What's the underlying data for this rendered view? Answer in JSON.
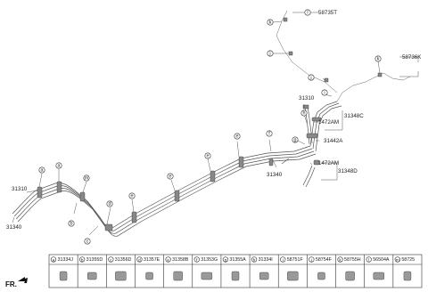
{
  "front_label": "FR.",
  "part_labels": {
    "p58735T": "58735T",
    "p58736K": "58736K",
    "p31310_right": "31310",
    "p1472AM_upper": "1472AM",
    "p31348C": "31348C",
    "p31442A": "31442A",
    "p1472AM_lower": "1472AM",
    "p31348D": "31348D",
    "p31340_mid": "31340",
    "p31310_left": "31310",
    "p31340_left": "31340"
  },
  "callouts": [
    "a",
    "a",
    "b",
    "c",
    "d",
    "e",
    "e",
    "e",
    "e",
    "f",
    "g",
    "h",
    "i",
    "j",
    "j",
    "k",
    "k",
    "l",
    "m"
  ],
  "legend": [
    {
      "letter": "a",
      "code": "31334J"
    },
    {
      "letter": "b",
      "code": "31355D"
    },
    {
      "letter": "c",
      "code": "31356D"
    },
    {
      "letter": "d",
      "code": "31357E"
    },
    {
      "letter": "e",
      "code": "31358B"
    },
    {
      "letter": "f",
      "code": "31353G"
    },
    {
      "letter": "g",
      "code": "31355A"
    },
    {
      "letter": "h",
      "code": "31334I"
    },
    {
      "letter": "i",
      "code": "58751F"
    },
    {
      "letter": "j",
      "code": "58754F"
    },
    {
      "letter": "k",
      "code": "58755H"
    },
    {
      "letter": "l",
      "code": "56504A"
    },
    {
      "letter": "m",
      "code": "58725"
    }
  ]
}
